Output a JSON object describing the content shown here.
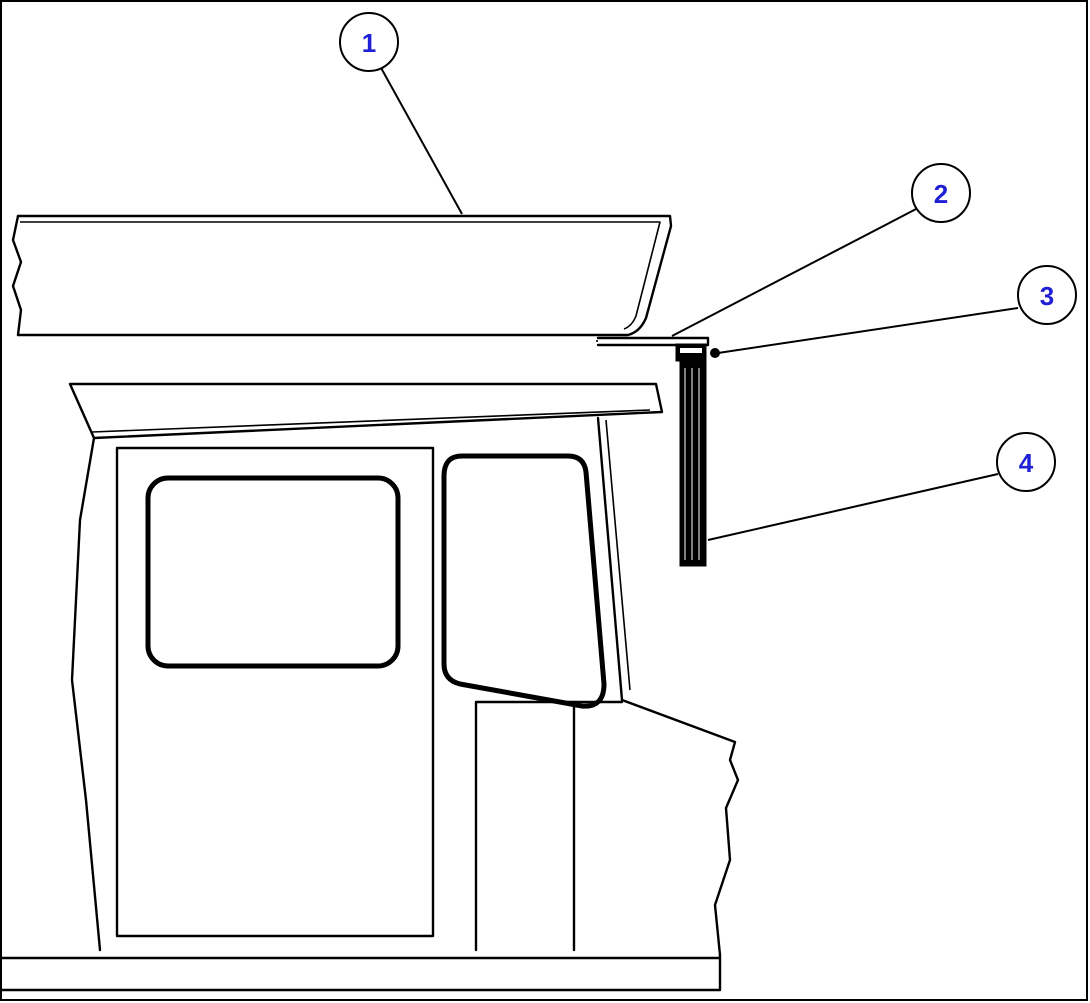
{
  "callouts": [
    {
      "id": "1",
      "label": "1",
      "part": "roof-panel"
    },
    {
      "id": "2",
      "label": "2",
      "part": "mounting-bracket"
    },
    {
      "id": "3",
      "label": "3",
      "part": "nut"
    },
    {
      "id": "4",
      "label": "4",
      "part": "bolt"
    }
  ],
  "colors": {
    "line": "#000000",
    "callout_text": "#1f1fd6",
    "background": "#ffffff"
  }
}
